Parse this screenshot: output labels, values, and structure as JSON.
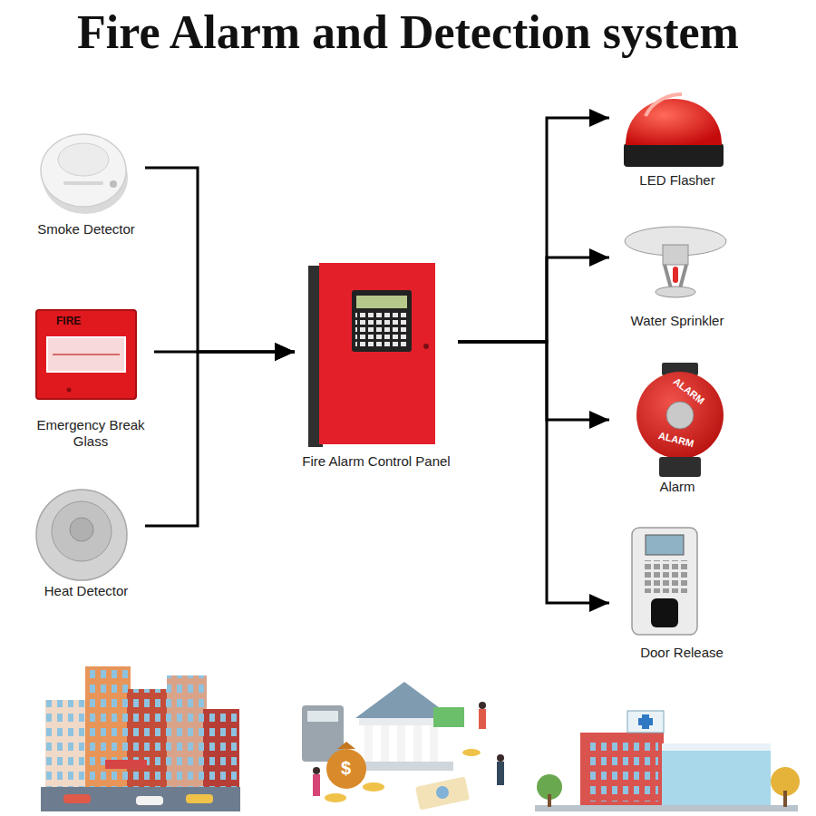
{
  "diagram": {
    "title": "Fire Alarm and Detection system",
    "nodes": [
      {
        "text": [
          "Smoke Detector"
        ]
      },
      {
        "text": [
          "Emergency Break Glass"
        ]
      },
      {
        "text": [
          "Heat Detector"
        ]
      },
      {
        "text": [
          "Fire Alarm Control Panel"
        ]
      },
      {
        "text": [
          "LED Flasher"
        ]
      },
      {
        "text": [
          "Water Sprinkler"
        ]
      },
      {
        "text": [
          "Alarm"
        ]
      },
      {
        "text": [
          "Door Release"
        ]
      }
    ],
    "edges": [
      {
        "from": 0,
        "to": 3,
        "arrow": "to"
      },
      {
        "from": 1,
        "to": 3,
        "arrow": "to"
      },
      {
        "from": 2,
        "to": 3,
        "arrow": "to"
      },
      {
        "from": 3,
        "to": 4,
        "arrow": "to"
      },
      {
        "from": 3,
        "to": 5,
        "arrow": "to"
      },
      {
        "from": 3,
        "to": 6,
        "arrow": "to"
      },
      {
        "from": 3,
        "to": 7,
        "arrow": "to"
      }
    ],
    "labels": [
      "FIRE",
      "ALARM",
      "ALARM",
      "$"
    ]
  }
}
